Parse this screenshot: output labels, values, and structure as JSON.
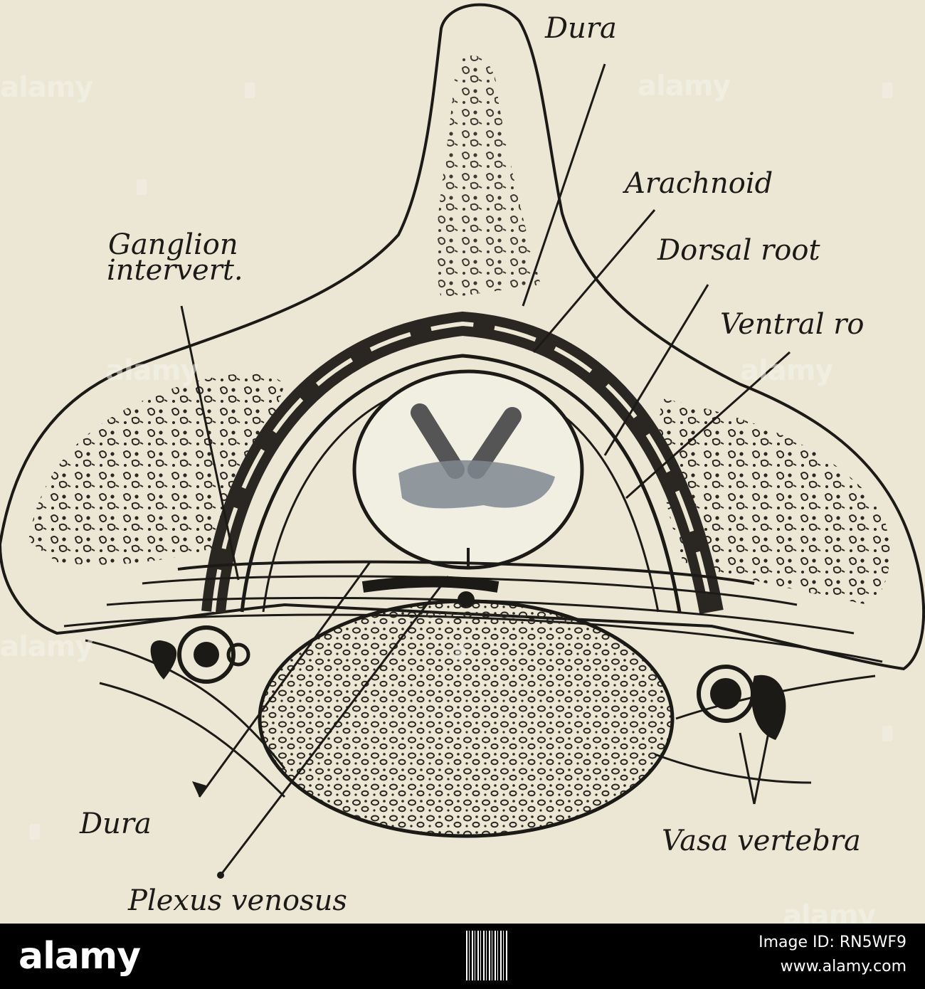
{
  "labels": {
    "dura_top": "Dura",
    "arachnoid": "Arachnoid",
    "ganglion_line1": "Ganglion",
    "ganglion_line2": "intervert.",
    "dorsal_root": "Dorsal root",
    "ventral_root": "Ventral ro",
    "dura_bottom": "Dura",
    "vasa_vertebra": "Vasa vertebra",
    "plexus_venosus": "Plexus venosus"
  },
  "watermark": {
    "text": "alamy"
  },
  "footer": {
    "logo": "alamy",
    "image_id_line": "Image ID: RN5WF9",
    "url_line": "www.alamy.com"
  },
  "colors": {
    "paper": "#ece7d5",
    "ink": "#1c1a16",
    "footer_bg": "#000000"
  }
}
